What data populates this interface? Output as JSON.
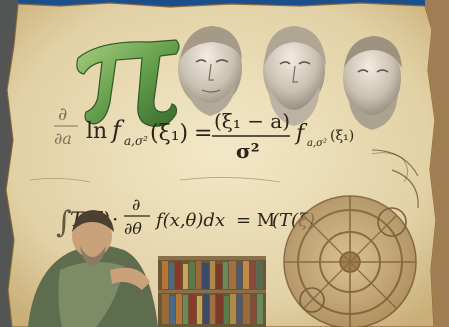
{
  "scene": {
    "frame_color": "#1a4f8c",
    "parchment_color": "#e6d7b0",
    "ink_color": "#2b2419",
    "pi_color": "#5f9a48"
  },
  "formulas": {
    "line1": {
      "partial_top": "∂",
      "partial_bottom": "∂a",
      "ln": "ln",
      "f_main": "f",
      "f_sub": "a,σ²",
      "xi1_left": "(ξ₁)",
      "equals": "=",
      "numerator": "(ξ₁ − a)",
      "denominator": "σ²",
      "f_right": "f",
      "f_right_sub": "a,σ²",
      "xi1_right": "(ξ₁)"
    },
    "line2": {
      "integral": "∫",
      "T_xi": "T(ξ)",
      "dot": "·",
      "partial_top": "∂",
      "partial_bottom": "∂θ",
      "f_integrand": "f(x,θ)dx",
      "equals_M": "= M",
      "T_tail": "(T(ξ)"
    }
  }
}
